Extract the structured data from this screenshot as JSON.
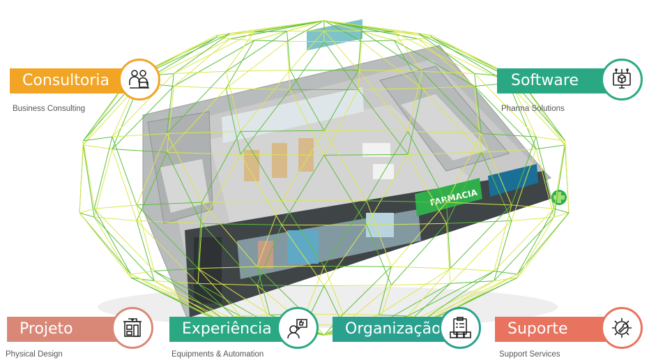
{
  "services": {
    "consultoria": {
      "title": "Consultoria",
      "subtitle": "Business Consulting",
      "color": "#f2a424",
      "icon": "consultants-icon"
    },
    "software": {
      "title": "Software",
      "subtitle": "Pharma Solutions",
      "color": "#2aa884",
      "icon": "computer-box-icon"
    },
    "projeto": {
      "title": "Projeto",
      "subtitle": "Physical Design",
      "color": "#d98878",
      "icon": "store-front-icon"
    },
    "experiencia": {
      "title": "Experiência",
      "subtitle": "Equipments & Automation",
      "color": "#2aa884",
      "icon": "thumbs-up-person-icon"
    },
    "organizacao": {
      "title": "Organização",
      "subtitle": "",
      "color": "#2aa18f",
      "icon": "clipboard-boxes-icon"
    },
    "suporte": {
      "title": "Suporte",
      "subtitle": "Support Services",
      "color": "#e8735e",
      "icon": "wrench-gear-icon"
    }
  },
  "store": {
    "sign_text": "FARMACIA"
  },
  "colors": {
    "wire_yellow": "#d9e84a",
    "wire_green": "#5cbf3a",
    "store_floor": "#c9c9c9"
  }
}
